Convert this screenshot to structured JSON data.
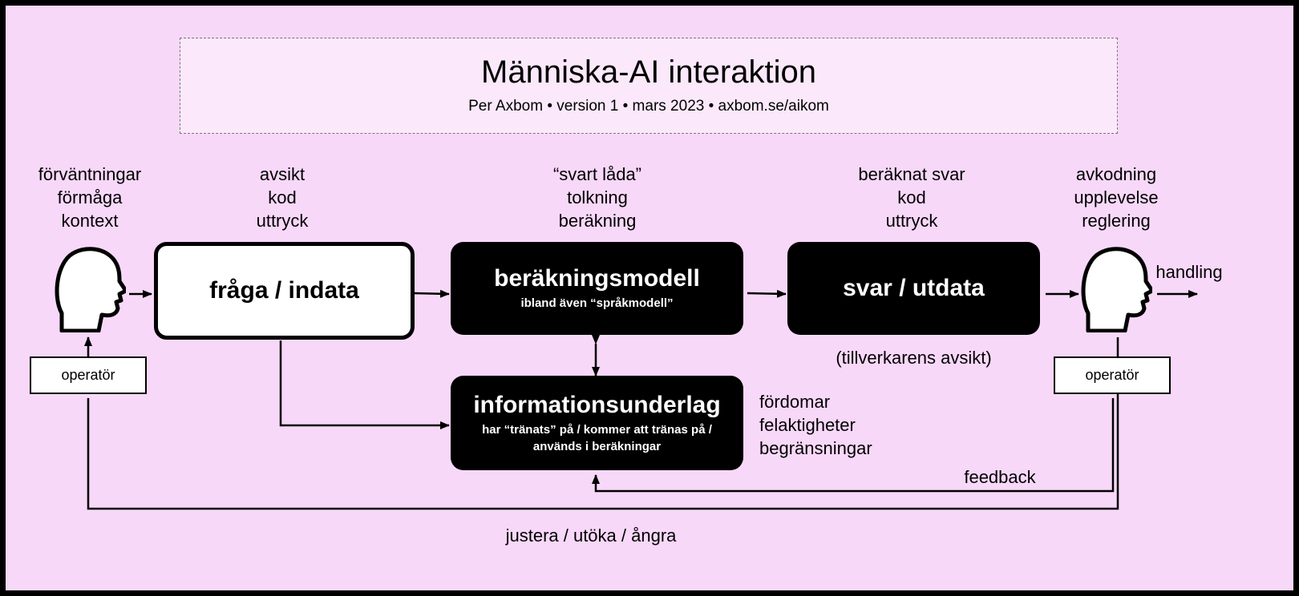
{
  "title": "Människa-AI interaktion",
  "subtitle": "Per Axbom • version 1 • mars 2023 • axbom.se/aikom",
  "columns": {
    "human_in": [
      "förväntningar",
      "förmåga",
      "kontext"
    ],
    "question": [
      "avsikt",
      "kod",
      "uttryck"
    ],
    "model": [
      "“svart låda”",
      "tolkning",
      "beräkning"
    ],
    "answer": [
      "beräknat svar",
      "kod",
      "uttryck"
    ],
    "human_out": [
      "avkodning",
      "upplevelse",
      "reglering"
    ]
  },
  "boxes": {
    "question": {
      "main": "fråga / indata"
    },
    "model": {
      "main": "beräkningsmodell",
      "sub": "ibland även “språkmodell”"
    },
    "answer": {
      "main": "svar / utdata",
      "note": "(tillverkarens avsikt)"
    },
    "data": {
      "main": "informationsunderlag",
      "sub1": "har “tränats” på / kommer att tränas på /",
      "sub2": "används i beräkningar"
    }
  },
  "data_issues": [
    "fördomar",
    "felaktigheter",
    "begränsningar"
  ],
  "operator_left": "operatör",
  "operator_right": "operatör",
  "action": "handling",
  "feedback": "feedback",
  "adjust": "justera / utöka / ångra",
  "colors": {
    "background": "#f8d8f8",
    "frame": "#000000",
    "title_box": "#fbe9fb",
    "box_dark": "#000000",
    "box_light": "#ffffff"
  },
  "icons": [
    "head-profile-icon"
  ]
}
